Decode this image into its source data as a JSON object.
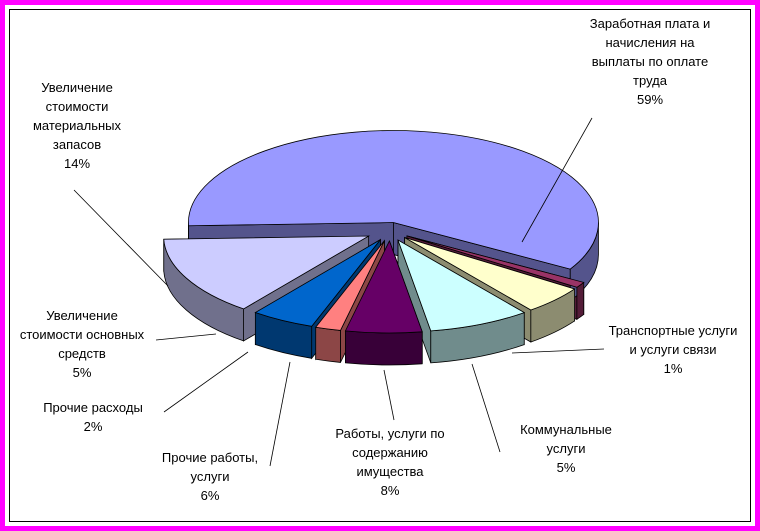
{
  "chart_data": {
    "type": "pie",
    "title": "",
    "slices": [
      {
        "label": "Заработная плата и начисления на выплаты по оплате труда",
        "value": 59,
        "display": "59%",
        "color": "#9999ff"
      },
      {
        "label": "Транспортные услуги и услуги связи",
        "value": 1,
        "display": "1%",
        "color": "#993366"
      },
      {
        "label": "Коммунальные услуги",
        "value": 5,
        "display": "5%",
        "color": "#ffffcc"
      },
      {
        "label": "Работы, услуги по содержанию имущества",
        "value": 8,
        "display": "8%",
        "color": "#ccffff"
      },
      {
        "label": "Прочие работы, услуги",
        "value": 6,
        "display": "6%",
        "color": "#660066"
      },
      {
        "label": "Прочие расходы",
        "value": 2,
        "display": "2%",
        "color": "#ff8080"
      },
      {
        "label": "Увеличение стоимости основных средств",
        "value": 5,
        "display": "5%",
        "color": "#0066cc"
      },
      {
        "label": "Увеличение стоимости материальных запасов",
        "value": 14,
        "display": "14%",
        "color": "#ccccff"
      }
    ],
    "exploded": true,
    "three_d": true,
    "legend": "none"
  },
  "labels": [
    {
      "text": "Заработная плата и\nначисления на\nвыплаты по оплате\nтруда",
      "pct": "59%"
    },
    {
      "text": "Транспортные услуги\nи услуги связи",
      "pct": "1%"
    },
    {
      "text": "Коммунальные\nуслуги",
      "pct": "5%"
    },
    {
      "text": "Работы, услуги по\nсодержанию\nимущества",
      "pct": "8%"
    },
    {
      "text": "Прочие работы,\nуслуги",
      "pct": "6%"
    },
    {
      "text": "Прочие расходы",
      "pct": "2%"
    },
    {
      "text": "Увеличение\nстоимости основных\nсредств",
      "pct": "5%"
    },
    {
      "text": "Увеличение\nстоимости\nматериальных\nзапасов",
      "pct": "14%"
    }
  ]
}
